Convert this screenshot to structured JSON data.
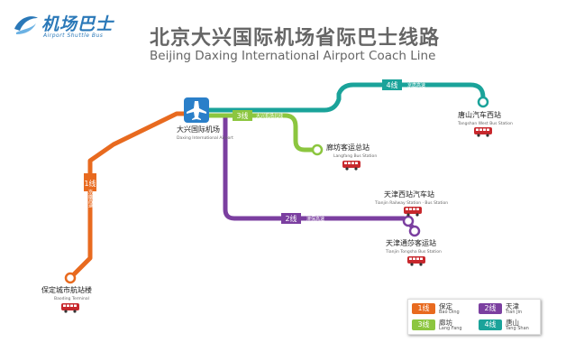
{
  "logo": {
    "brand": "机场巴士",
    "brand_en": "Airport Shuttle Bus"
  },
  "title": {
    "cn": "北京大兴国际机场省际巴士线路",
    "en": "Beijing Daxing International Airport Coach Line"
  },
  "colors": {
    "line1": "#e86a1f",
    "line2": "#7b3fa0",
    "line3": "#8cc63f",
    "line4": "#1aa39a",
    "airport": "#2a7fc9",
    "bus": "#c8282d"
  },
  "lines": [
    {
      "id": "1",
      "badge": "1线",
      "road": "京雄高速",
      "dest_cn": "保定",
      "dest_en": "Bao Ding"
    },
    {
      "id": "2",
      "badge": "2线",
      "road": "津保高速",
      "dest_cn": "天津",
      "dest_en": "Tian Jin"
    },
    {
      "id": "3",
      "badge": "3线",
      "road": "大兴机场北线",
      "dest_cn": "廊坊",
      "dest_en": "Lang Fang"
    },
    {
      "id": "4",
      "badge": "4线",
      "road": "京唐高速",
      "dest_cn": "唐山",
      "dest_en": "Tang Shan"
    }
  ],
  "stations": {
    "airport": {
      "cn": "大兴国际机场",
      "en": "Daxing International Airport"
    },
    "tangshan": {
      "cn": "唐山汽车西站",
      "en": "Tangshan West Bus Station"
    },
    "langfang": {
      "cn": "廊坊客运总站",
      "en": "Langfang Bus Station"
    },
    "tianjin_west": {
      "cn": "天津西站汽车站",
      "en": "Tianjin Railway Station · Bus Station"
    },
    "tianjin_tongsha": {
      "cn": "天津通莎客运站",
      "en": "Tianjin Tongsha Bus Station"
    },
    "baoding": {
      "cn": "保定城市航站楼",
      "en": "Baoding Terminal"
    }
  }
}
